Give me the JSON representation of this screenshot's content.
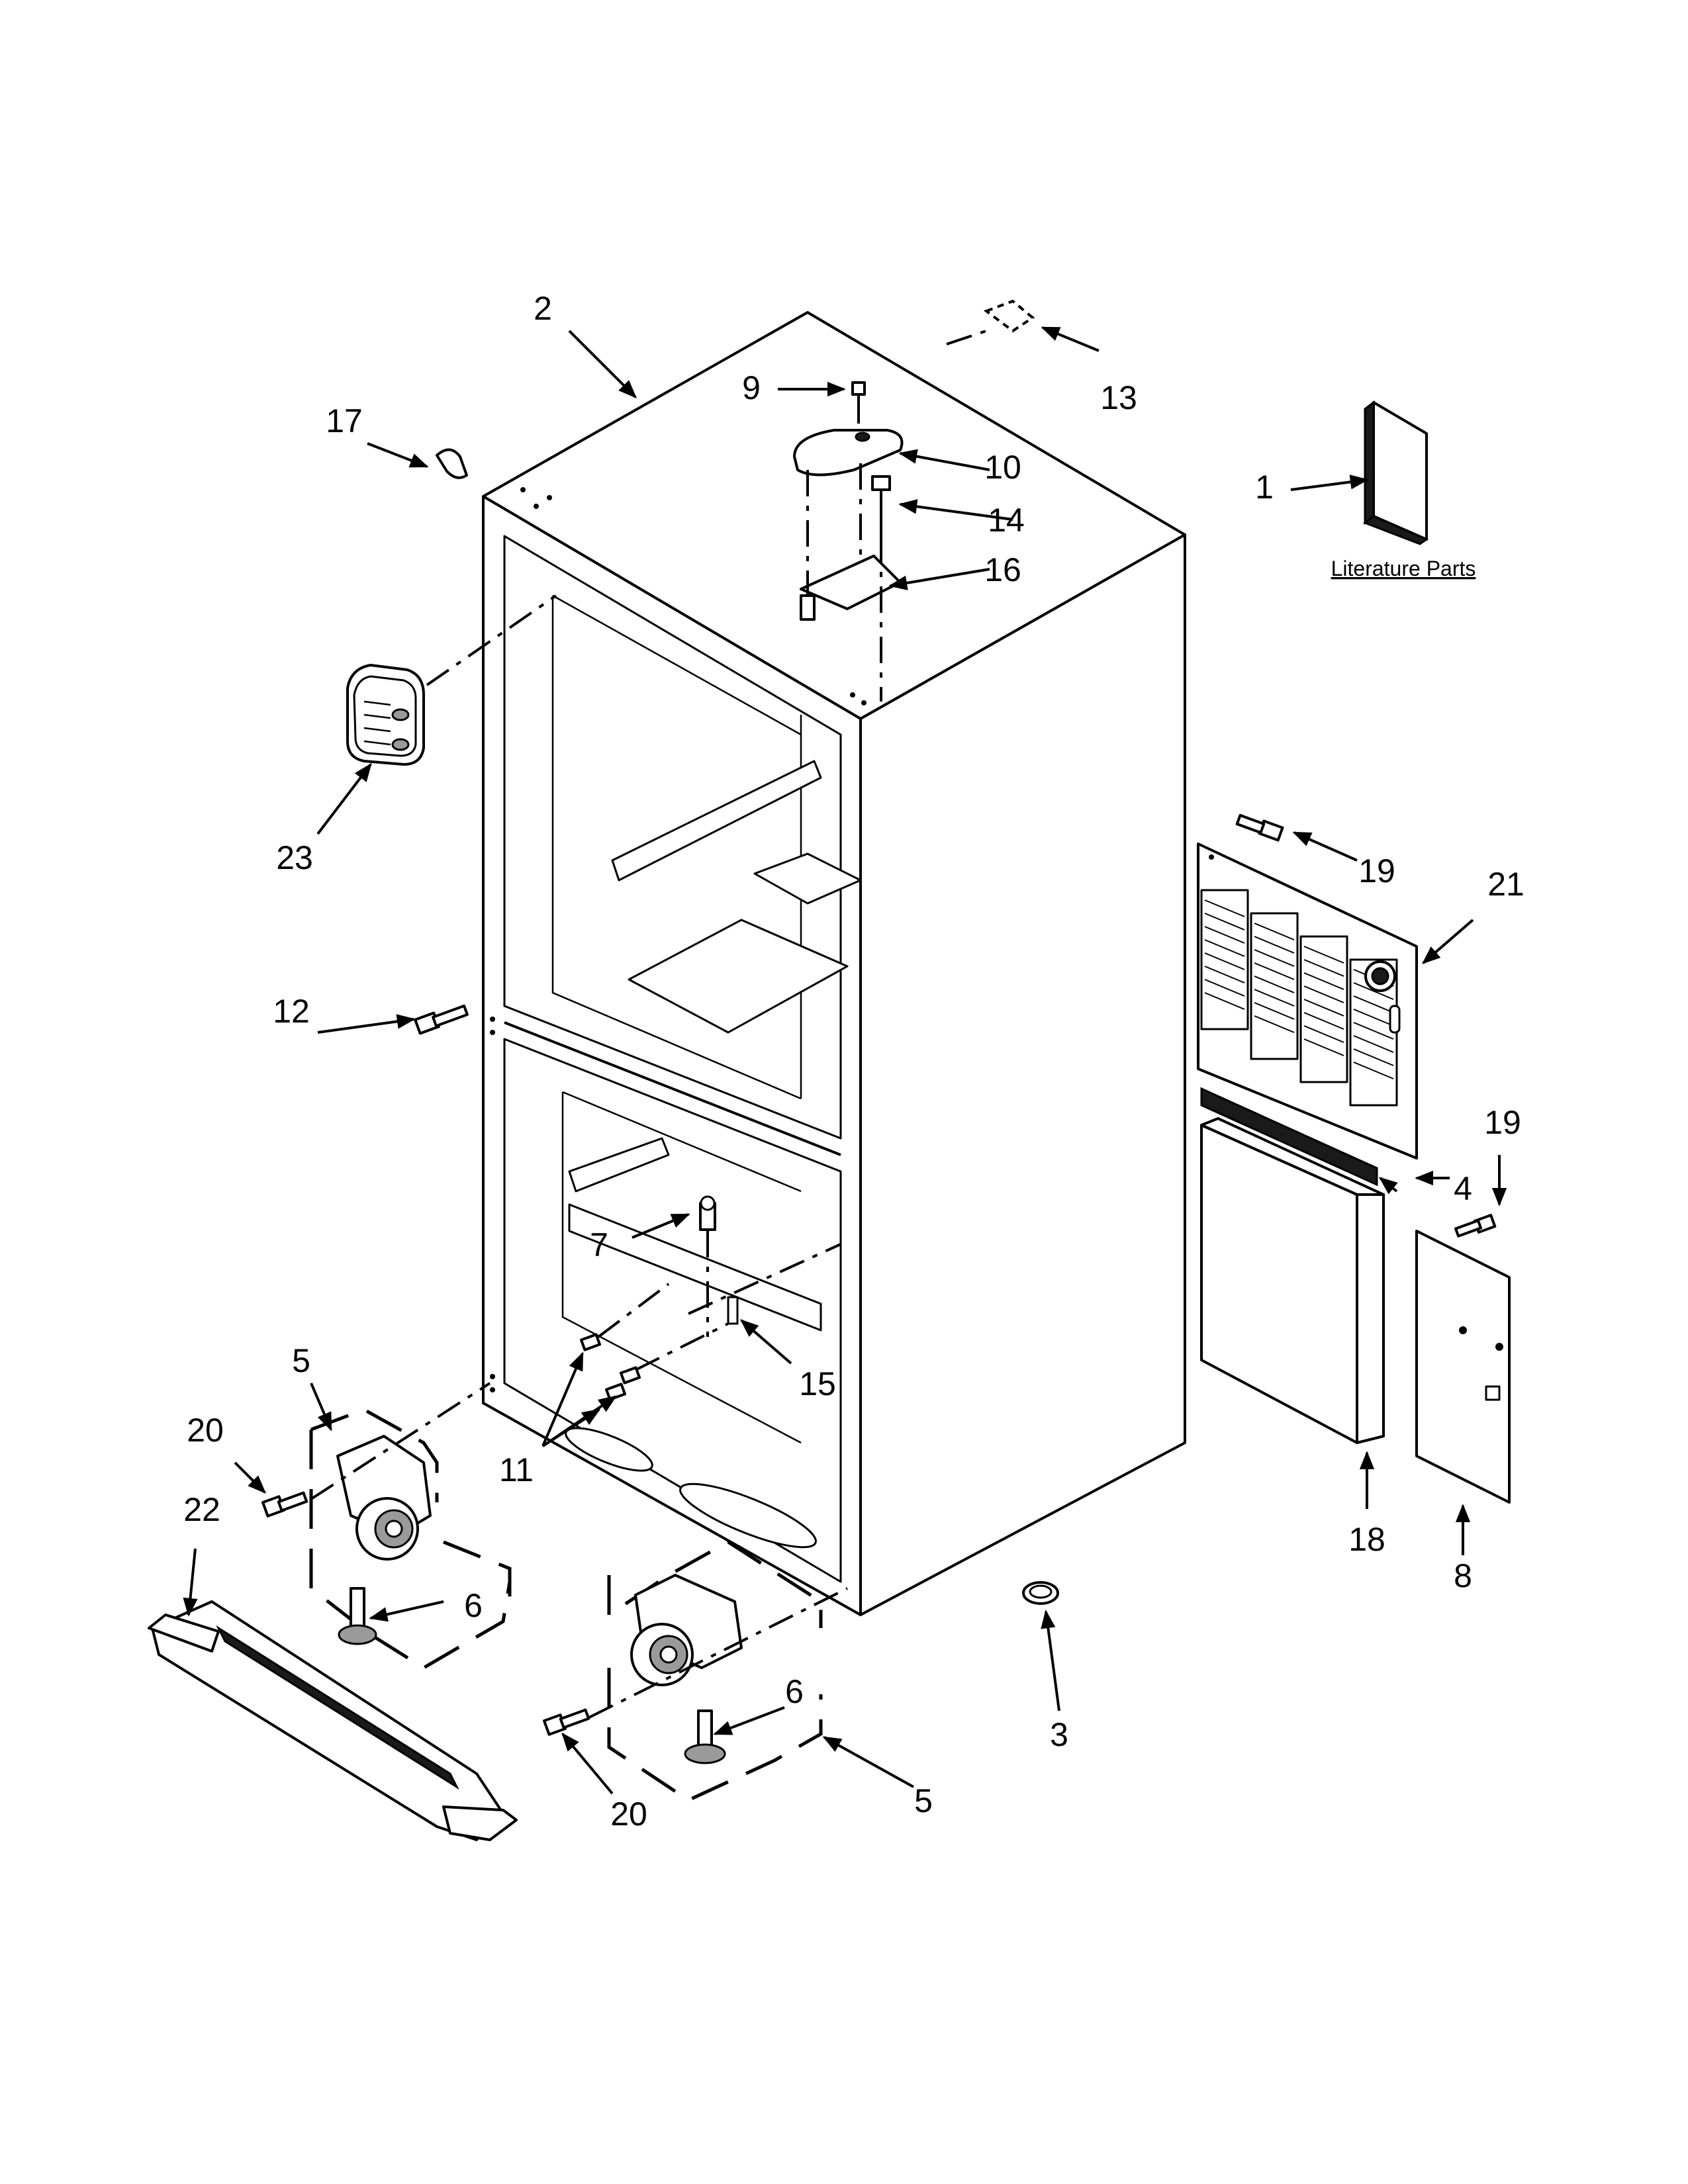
{
  "diagram": {
    "literature_label": "Literature Parts",
    "callouts": {
      "c1": "1",
      "c2": "2",
      "c3": "3",
      "c4": "4",
      "c5a": "5",
      "c5b": "5",
      "c6a": "6",
      "c6b": "6",
      "c7": "7",
      "c8": "8",
      "c9": "9",
      "c10": "10",
      "c11": "11",
      "c12": "12",
      "c13": "13",
      "c14": "14",
      "c15": "15",
      "c16": "16",
      "c17": "17",
      "c18": "18",
      "c19a": "19",
      "c19b": "19",
      "c20a": "20",
      "c20b": "20",
      "c21": "21",
      "c22": "22",
      "c23": "23"
    }
  }
}
